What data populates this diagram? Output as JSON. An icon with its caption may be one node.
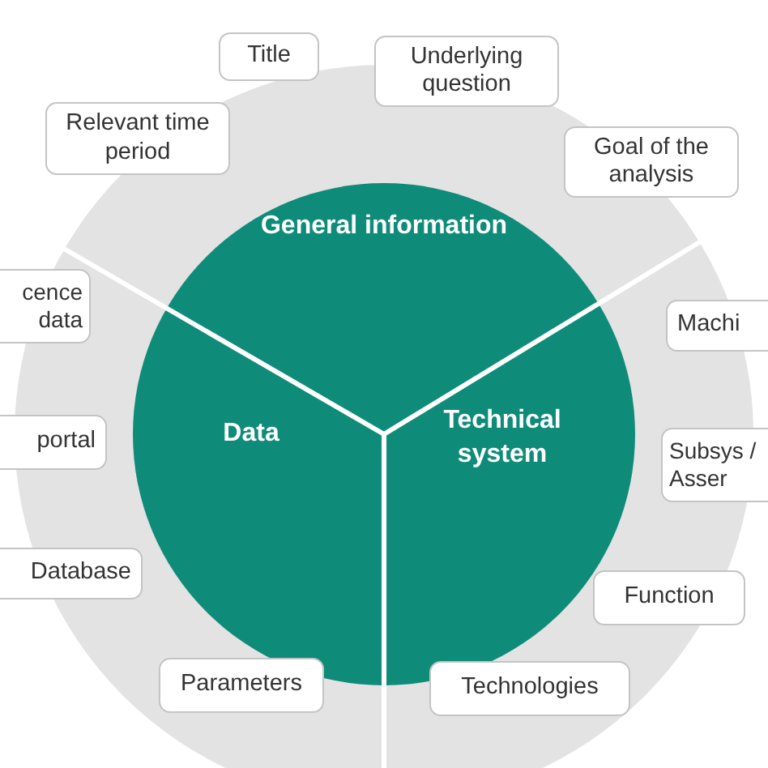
{
  "diagram": {
    "nodes": [
      {
        "text": [
          "General information"
        ]
      },
      {
        "text": [
          "Data"
        ]
      },
      {
        "text": [
          "Technical system"
        ]
      },
      {
        "text": [
          "Title"
        ]
      },
      {
        "text": [
          "Underlying question"
        ]
      },
      {
        "text": [
          "Relevant time period"
        ]
      },
      {
        "text": [
          "Goal of the analysis"
        ]
      },
      {
        "text": [
          "cence data"
        ]
      },
      {
        "text": [
          "Machi"
        ]
      },
      {
        "text": [
          "portal"
        ]
      },
      {
        "text": [
          "Subsys / Asser"
        ]
      },
      {
        "text": [
          "Database"
        ]
      },
      {
        "text": [
          "Function"
        ]
      },
      {
        "text": [
          "Parameters"
        ]
      },
      {
        "text": [
          "Technologies"
        ]
      }
    ]
  }
}
